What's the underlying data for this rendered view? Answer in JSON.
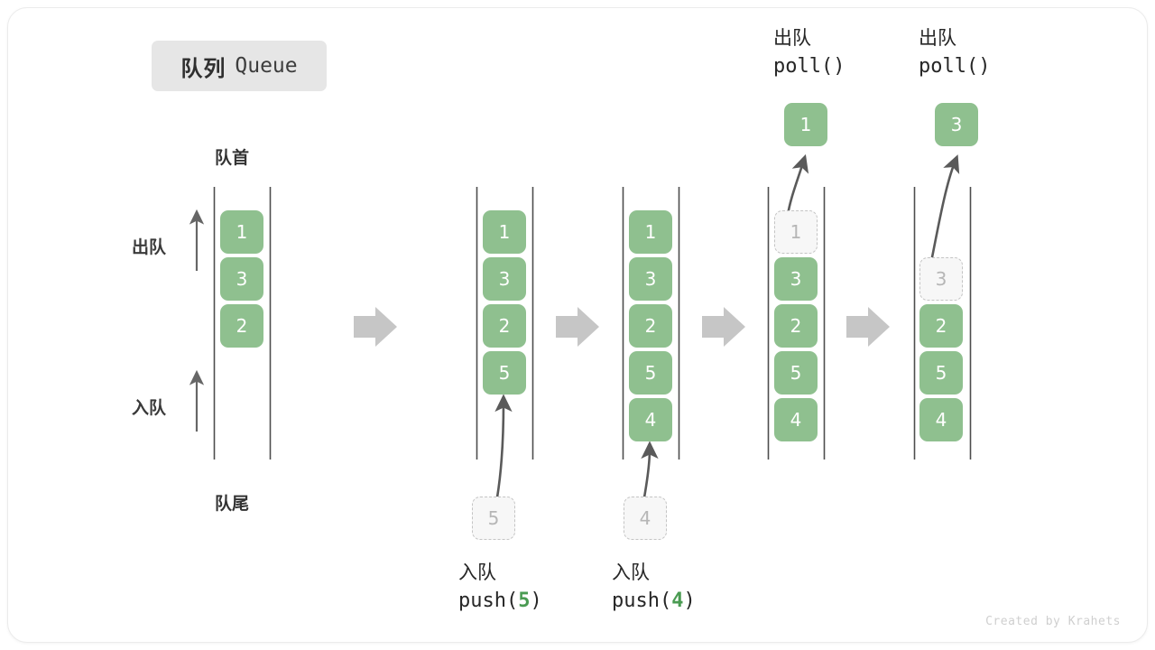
{
  "title": {
    "cn": "队列",
    "en": "Queue"
  },
  "labels": {
    "head": "队首",
    "tail": "队尾",
    "dequeue_side": "出队",
    "enqueue_side": "入队"
  },
  "colors": {
    "cell_fill": "#8fc08f",
    "cell_text": "#ffffff",
    "ghost_fill": "#f7f7f7",
    "ghost_border": "#c4c4c4",
    "ghost_text": "#b6b6b6",
    "rail": "#4d4d4d",
    "arrow_gray": "#c6c6c6",
    "arrow_dark": "#5a5a5a",
    "badge_bg": "#e6e6e6",
    "code_number": "#4a9b52"
  },
  "columns": [
    {
      "id": "state-initial",
      "cells": [
        {
          "value": "1",
          "state": "filled"
        },
        {
          "value": "3",
          "state": "filled"
        },
        {
          "value": "2",
          "state": "filled"
        }
      ]
    },
    {
      "id": "state-after-push-5",
      "cells": [
        {
          "value": "1",
          "state": "filled"
        },
        {
          "value": "3",
          "state": "filled"
        },
        {
          "value": "2",
          "state": "filled"
        },
        {
          "value": "5",
          "state": "filled"
        }
      ],
      "incoming": {
        "value": "5",
        "state": "ghost"
      },
      "caption": {
        "cn": "入队",
        "code_prefix": "push(",
        "code_number": "5",
        "code_suffix": ")"
      }
    },
    {
      "id": "state-after-push-4",
      "cells": [
        {
          "value": "1",
          "state": "filled"
        },
        {
          "value": "3",
          "state": "filled"
        },
        {
          "value": "2",
          "state": "filled"
        },
        {
          "value": "5",
          "state": "filled"
        },
        {
          "value": "4",
          "state": "filled"
        }
      ],
      "incoming": {
        "value": "4",
        "state": "ghost"
      },
      "caption": {
        "cn": "入队",
        "code_prefix": "push(",
        "code_number": "4",
        "code_suffix": ")"
      }
    },
    {
      "id": "state-after-poll-1",
      "cells": [
        {
          "value": "1",
          "state": "ghost"
        },
        {
          "value": "3",
          "state": "filled"
        },
        {
          "value": "2",
          "state": "filled"
        },
        {
          "value": "5",
          "state": "filled"
        },
        {
          "value": "4",
          "state": "filled"
        }
      ],
      "outgoing": {
        "value": "1",
        "state": "filled"
      },
      "caption": {
        "cn": "出队",
        "code_prefix": "poll(",
        "code_number": "",
        "code_suffix": ")"
      }
    },
    {
      "id": "state-after-poll-3",
      "cells": [
        {
          "value": "",
          "state": "empty"
        },
        {
          "value": "3",
          "state": "ghost"
        },
        {
          "value": "2",
          "state": "filled"
        },
        {
          "value": "5",
          "state": "filled"
        },
        {
          "value": "4",
          "state": "filled"
        }
      ],
      "outgoing": {
        "value": "3",
        "state": "filled"
      },
      "caption": {
        "cn": "出队",
        "code_prefix": "poll(",
        "code_number": "",
        "code_suffix": ")"
      }
    }
  ],
  "credit": "Created by Krahets"
}
